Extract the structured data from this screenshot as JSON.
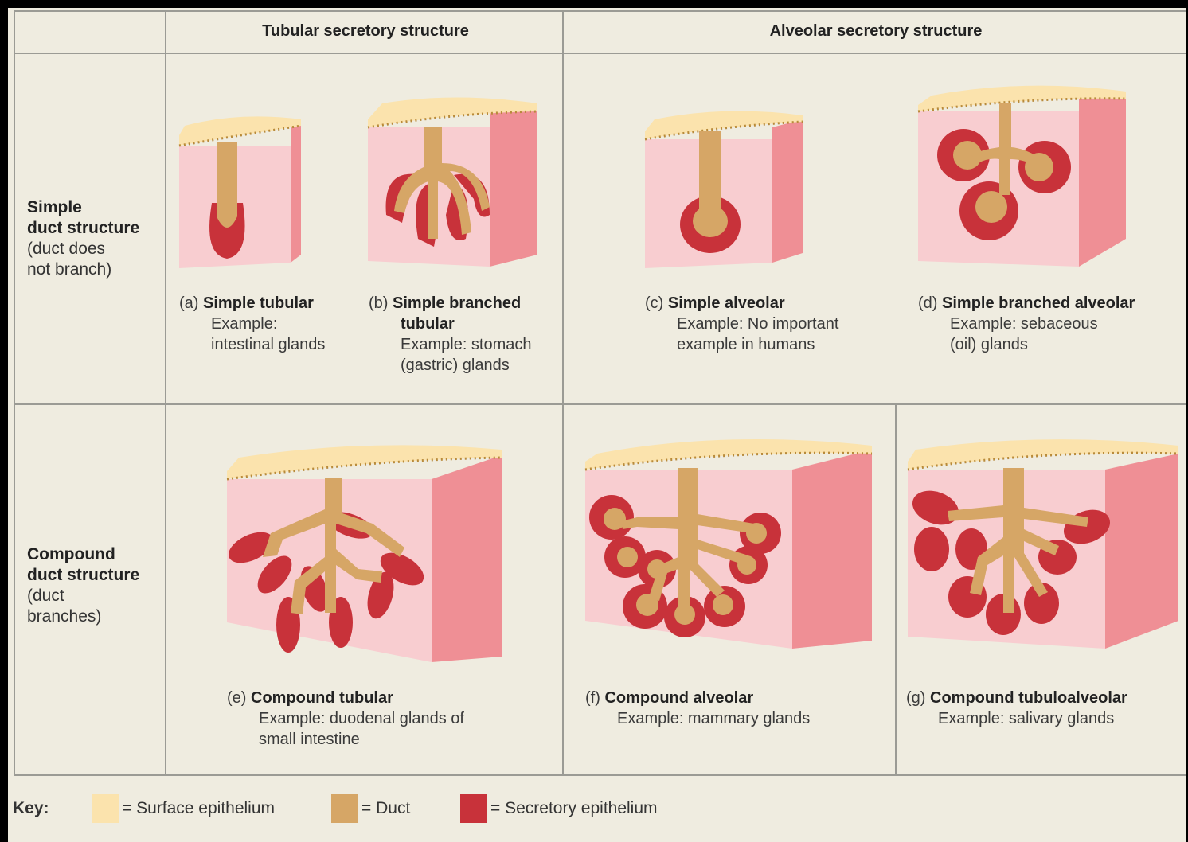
{
  "header": {
    "col_tubular": "Tubular secretory structure",
    "col_alveolar": "Alveolar secretory structure"
  },
  "rows": {
    "simple": {
      "title_1": "Simple",
      "title_2": "duct structure",
      "note_1": "(duct does",
      "note_2": "not branch)"
    },
    "compound": {
      "title_1": "Compound",
      "title_2": "duct structure",
      "note_1": "(duct",
      "note_2": "branches)"
    }
  },
  "glands": [
    {
      "letter": "(a)",
      "name": "Simple tubular",
      "example": [
        "Example:",
        "intestinal glands"
      ]
    },
    {
      "letter": "(b)",
      "name": "Simple branched",
      "name_2": "tubular",
      "example": [
        "Example: stomach",
        "(gastric) glands"
      ]
    },
    {
      "letter": "(c)",
      "name": "Simple alveolar",
      "example": [
        "Example: No important",
        "example in humans"
      ]
    },
    {
      "letter": "(d)",
      "name": "Simple branched alveolar",
      "example": [
        "Example: sebaceous",
        "(oil) glands"
      ]
    },
    {
      "letter": "(e)",
      "name": "Compound tubular",
      "example": [
        "Example: duodenal glands of",
        "small intestine"
      ]
    },
    {
      "letter": "(f)",
      "name": "Compound alveolar",
      "example": [
        "Example: mammary glands"
      ]
    },
    {
      "letter": "(g)",
      "name": "Compound tubuloalveolar",
      "example": [
        "Example: salivary glands"
      ]
    }
  ],
  "key": {
    "title": "Key:",
    "items": [
      {
        "label": "= Surface epithelium",
        "color": "#fbe3ad"
      },
      {
        "label": "= Duct",
        "color": "#d6a666"
      },
      {
        "label": "= Secretory epithelium",
        "color": "#c8323a"
      }
    ]
  },
  "colors": {
    "tissue_front": "#f8cdd0",
    "tissue_side": "#ef8f95",
    "surface": "#fbe3ad",
    "duct": "#d6a666",
    "secretory": "#c8323a",
    "grid_lines": "#9b9b95",
    "background": "#efece0"
  }
}
